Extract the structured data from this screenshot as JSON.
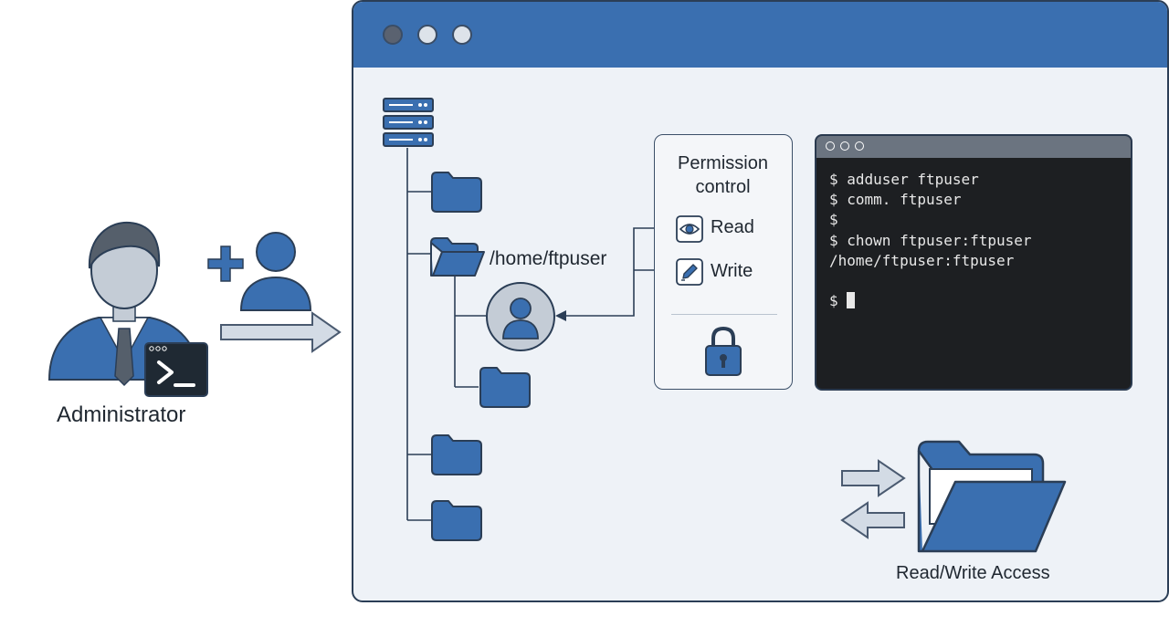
{
  "administrator": {
    "label": "Administrator"
  },
  "file_tree": {
    "home_path": "/home/ftpuser"
  },
  "permission": {
    "title_line1": "Permission",
    "title_line2": "control",
    "read_label": "Read",
    "write_label": "Write"
  },
  "terminal": {
    "lines": [
      "$ adduser ftpuser",
      "$ comm. ftpuser",
      "$",
      "$ chown ftpuser:ftpuser",
      "/home/ftpuser:ftpuser",
      "$"
    ]
  },
  "access": {
    "label": "Read/Write Access"
  },
  "icons": {
    "administrator": "administrator-icon",
    "terminal_badge": "terminal-icon",
    "add_user": "add-user-icon",
    "server": "server-icon",
    "folder": "folder-icon",
    "user": "user-icon",
    "eye": "eye-icon",
    "pencil": "pencil-icon",
    "lock": "lock-icon"
  },
  "colors": {
    "primary_blue": "#3a6fb0",
    "dark_navy": "#2b3e56",
    "panel_bg": "#eef2f7",
    "terminal_bg": "#1d1f22",
    "arrow_gray": "#d3dbe5"
  }
}
